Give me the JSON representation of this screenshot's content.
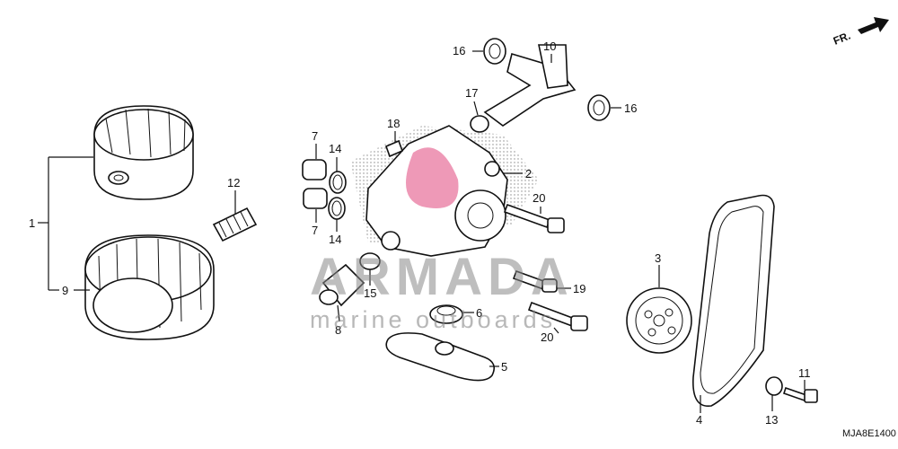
{
  "diagram_code": "MJA8E1400",
  "direction_label": "FR.",
  "watermark": {
    "brand": "ARMADA",
    "tagline": "marine outboards",
    "accent": "#e0457b"
  },
  "callouts": [
    {
      "id": "c1",
      "label": "1"
    },
    {
      "id": "c2",
      "label": "2"
    },
    {
      "id": "c3",
      "label": "3"
    },
    {
      "id": "c4",
      "label": "4"
    },
    {
      "id": "c5",
      "label": "5"
    },
    {
      "id": "c6",
      "label": "6"
    },
    {
      "id": "c7a",
      "label": "7"
    },
    {
      "id": "c7b",
      "label": "7"
    },
    {
      "id": "c8",
      "label": "8"
    },
    {
      "id": "c9",
      "label": "9"
    },
    {
      "id": "c10",
      "label": "10"
    },
    {
      "id": "c11",
      "label": "11"
    },
    {
      "id": "c12",
      "label": "12"
    },
    {
      "id": "c13",
      "label": "13"
    },
    {
      "id": "c14a",
      "label": "14"
    },
    {
      "id": "c14b",
      "label": "14"
    },
    {
      "id": "c15",
      "label": "15"
    },
    {
      "id": "c16a",
      "label": "16"
    },
    {
      "id": "c16b",
      "label": "16"
    },
    {
      "id": "c17",
      "label": "17"
    },
    {
      "id": "c18",
      "label": "18"
    },
    {
      "id": "c19",
      "label": "19"
    },
    {
      "id": "c20a",
      "label": "20"
    },
    {
      "id": "c20b",
      "label": "20"
    }
  ]
}
